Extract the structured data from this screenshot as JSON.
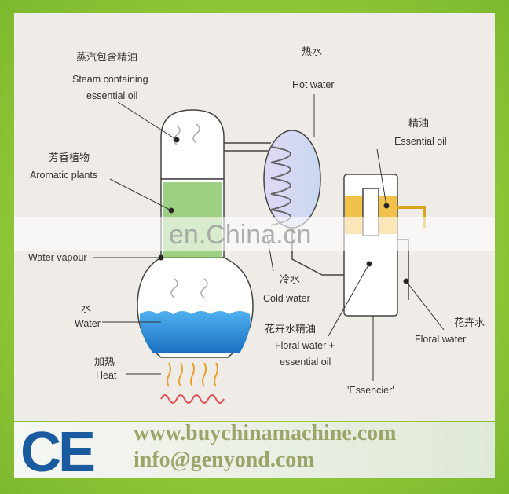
{
  "labels": {
    "steam_zh": "蒸汽包含精油",
    "steam_en1": "Steam containing",
    "steam_en2": "essential oil",
    "plants_zh": "芳香植物",
    "plants_en": "Aromatic plants",
    "vapour_en": "Water vapour",
    "water_zh": "水",
    "water_en": "Water",
    "heat_zh": "加热",
    "heat_en": "Heat",
    "hot_zh": "热水",
    "hot_en": "Hot water",
    "oil_zh": "精油",
    "oil_en": "Essential oil",
    "cold_zh": "冷水",
    "cold_en": "Cold water",
    "mix_zh": "花卉水精油",
    "mix_en1": "Floral water +",
    "mix_en2": "essential oil",
    "floral_zh": "花卉水",
    "floral_en": "Floral water",
    "essencier": "'Essencier'"
  },
  "watermark": "en.China.cn",
  "footer": {
    "logo": "CE",
    "website": "www.buychinamachine.com",
    "email": "info@genyond.com"
  },
  "colors": {
    "water": "#2a8fd8",
    "oil": "#f2c14a",
    "plants": "#5aa83a",
    "heat": "#e8a030",
    "border": "#8cc63f"
  }
}
